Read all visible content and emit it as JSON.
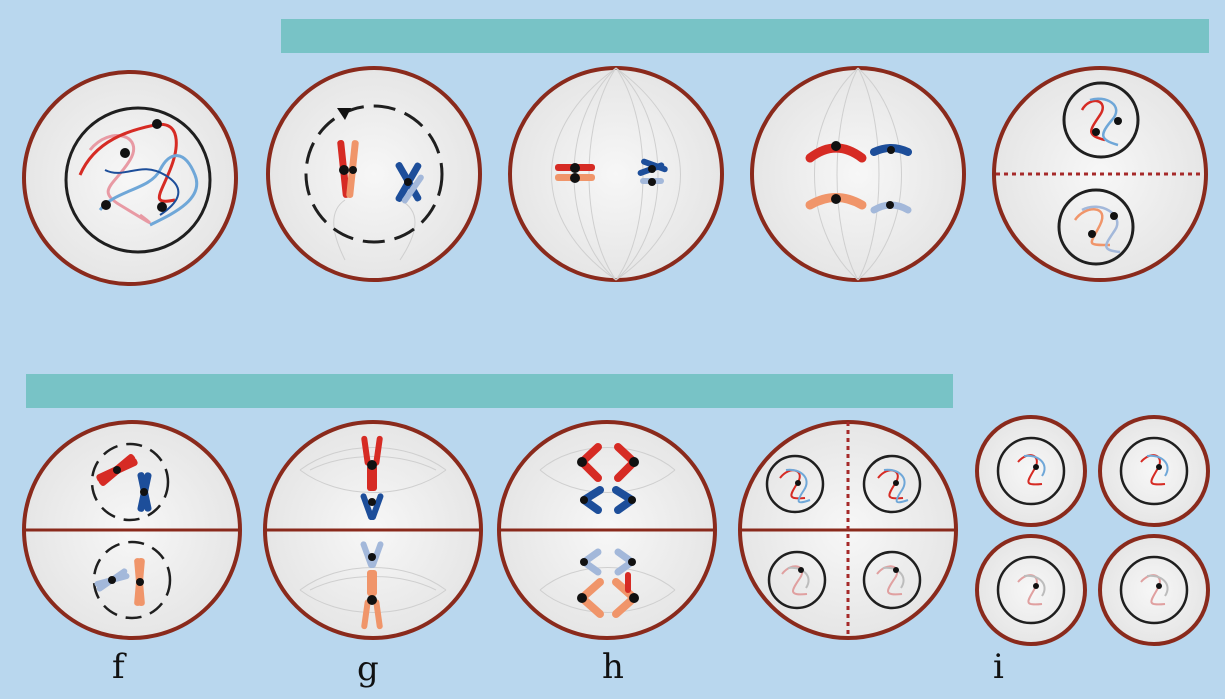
{
  "labels": {
    "f": "f",
    "g": "g",
    "h": "h",
    "i": "i"
  },
  "colors": {
    "background": "#b9d7ee",
    "banner": "#78c3c6",
    "cell_fill": "#efefef",
    "cell_border": "#8a2a1c",
    "nucleus_border": "#1f1f1f",
    "spindle": "#c9c9c9",
    "chromosome_red": "#d62b24",
    "chromosome_orange": "#f0956a",
    "chromosome_blue": "#1d4e9a",
    "chromosome_lightblue": "#a3b8da",
    "centromere": "#111111"
  }
}
